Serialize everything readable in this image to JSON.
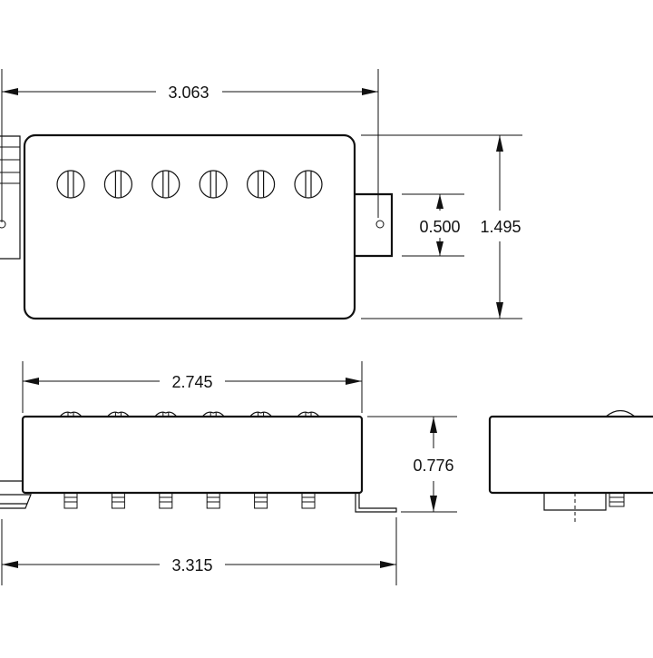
{
  "diagram": {
    "colors": {
      "line": "#111111",
      "background": "#ffffff"
    },
    "dimensions": {
      "top_width": "3.063",
      "top_height": "1.495",
      "top_tab_width": "0.500",
      "side_cover_width": "2.745",
      "side_height": "0.776",
      "side_overall_width": "3.315"
    },
    "pole_piece_count": 6
  }
}
